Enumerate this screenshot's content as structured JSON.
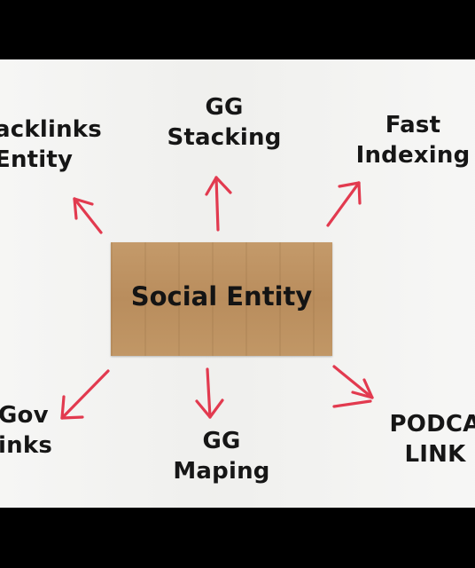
{
  "diagram": {
    "center_label": "Social Entity",
    "nodes": {
      "backlinks": {
        "line1": "acklinks",
        "line2": "Entity"
      },
      "gg_stacking": {
        "line1": "GG",
        "line2": "Stacking"
      },
      "fast_indexing": {
        "line1": "Fast",
        "line2": "Indexing"
      },
      "gov_links": {
        "line1": "Gov",
        "line2": "inks"
      },
      "gg_maping": {
        "line1": "GG",
        "line2": "Maping"
      },
      "podcast_links": {
        "line1": "PODCA",
        "line2": "LINK"
      }
    },
    "arrow_color": "#e23a4f"
  }
}
